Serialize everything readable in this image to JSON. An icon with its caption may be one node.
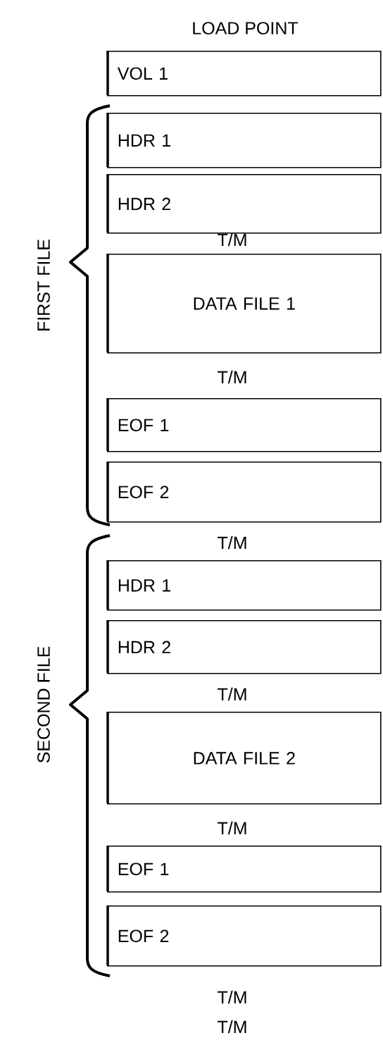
{
  "diagram": {
    "nodes": [
      {
        "text": [
          "VOL 1"
        ]
      },
      {
        "text": [
          "HDR 1"
        ]
      },
      {
        "text": [
          "HDR 2"
        ]
      },
      {
        "text": [
          "DATA FILE 1"
        ]
      },
      {
        "text": [
          "EOF 1"
        ]
      },
      {
        "text": [
          "EOF 2"
        ]
      },
      {
        "text": [
          "HDR 1"
        ]
      },
      {
        "text": [
          "HDR 2"
        ]
      },
      {
        "text": [
          "DATA FILE 2"
        ]
      },
      {
        "text": [
          "EOF 1"
        ]
      },
      {
        "text": [
          "EOF 2"
        ]
      }
    ],
    "edges": [],
    "labels": [
      "LOAD POINT",
      "T/M",
      "FIRST FILE",
      "T/M",
      "T/M",
      "T/M",
      "SECOND FILE",
      "T/M",
      "T/M",
      "T/M"
    ]
  }
}
